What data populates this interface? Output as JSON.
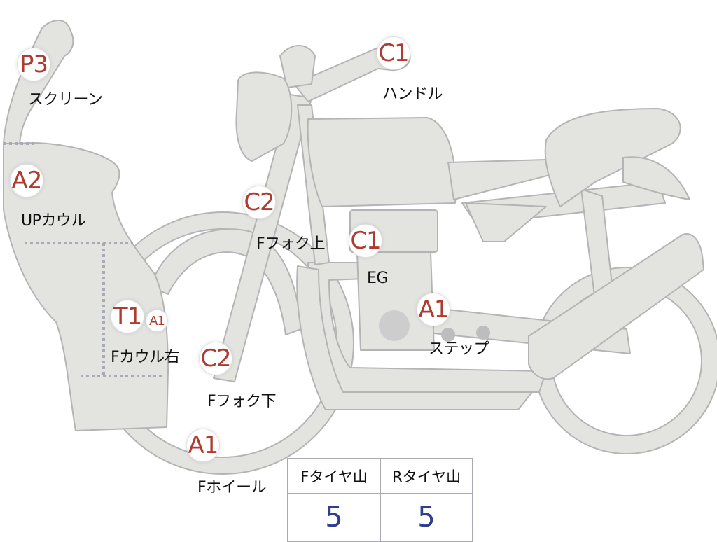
{
  "colors": {
    "body_fill": "#e3e3e0",
    "outline": "#b4b4b4",
    "code_text": "#b03a30",
    "value_text": "#2f3f8f",
    "dotted_line": "#a7aab4"
  },
  "parts": [
    {
      "key": "screen",
      "code": "P3",
      "label": "スクリーン"
    },
    {
      "key": "handle",
      "code": "C1",
      "label": "ハンドル"
    },
    {
      "key": "up_cowl",
      "code": "A2",
      "label": "UPカウル"
    },
    {
      "key": "fork_upper",
      "code": "C2",
      "label": "Fフォク上"
    },
    {
      "key": "engine",
      "code": "C1",
      "label": "EG"
    },
    {
      "key": "step",
      "code": "A1",
      "label": "ステップ"
    },
    {
      "key": "f_cowl_right",
      "code": "T1",
      "code2": "A1",
      "label": "Fカウル右"
    },
    {
      "key": "fork_lower",
      "code": "C2",
      "label": "Fフォク下"
    },
    {
      "key": "f_wheel",
      "code": "A1",
      "label": "Fホイール"
    }
  ],
  "tire_table": {
    "headers": [
      "Fタイヤ山",
      "Rタイヤ山"
    ],
    "values": [
      "5",
      "5"
    ]
  }
}
